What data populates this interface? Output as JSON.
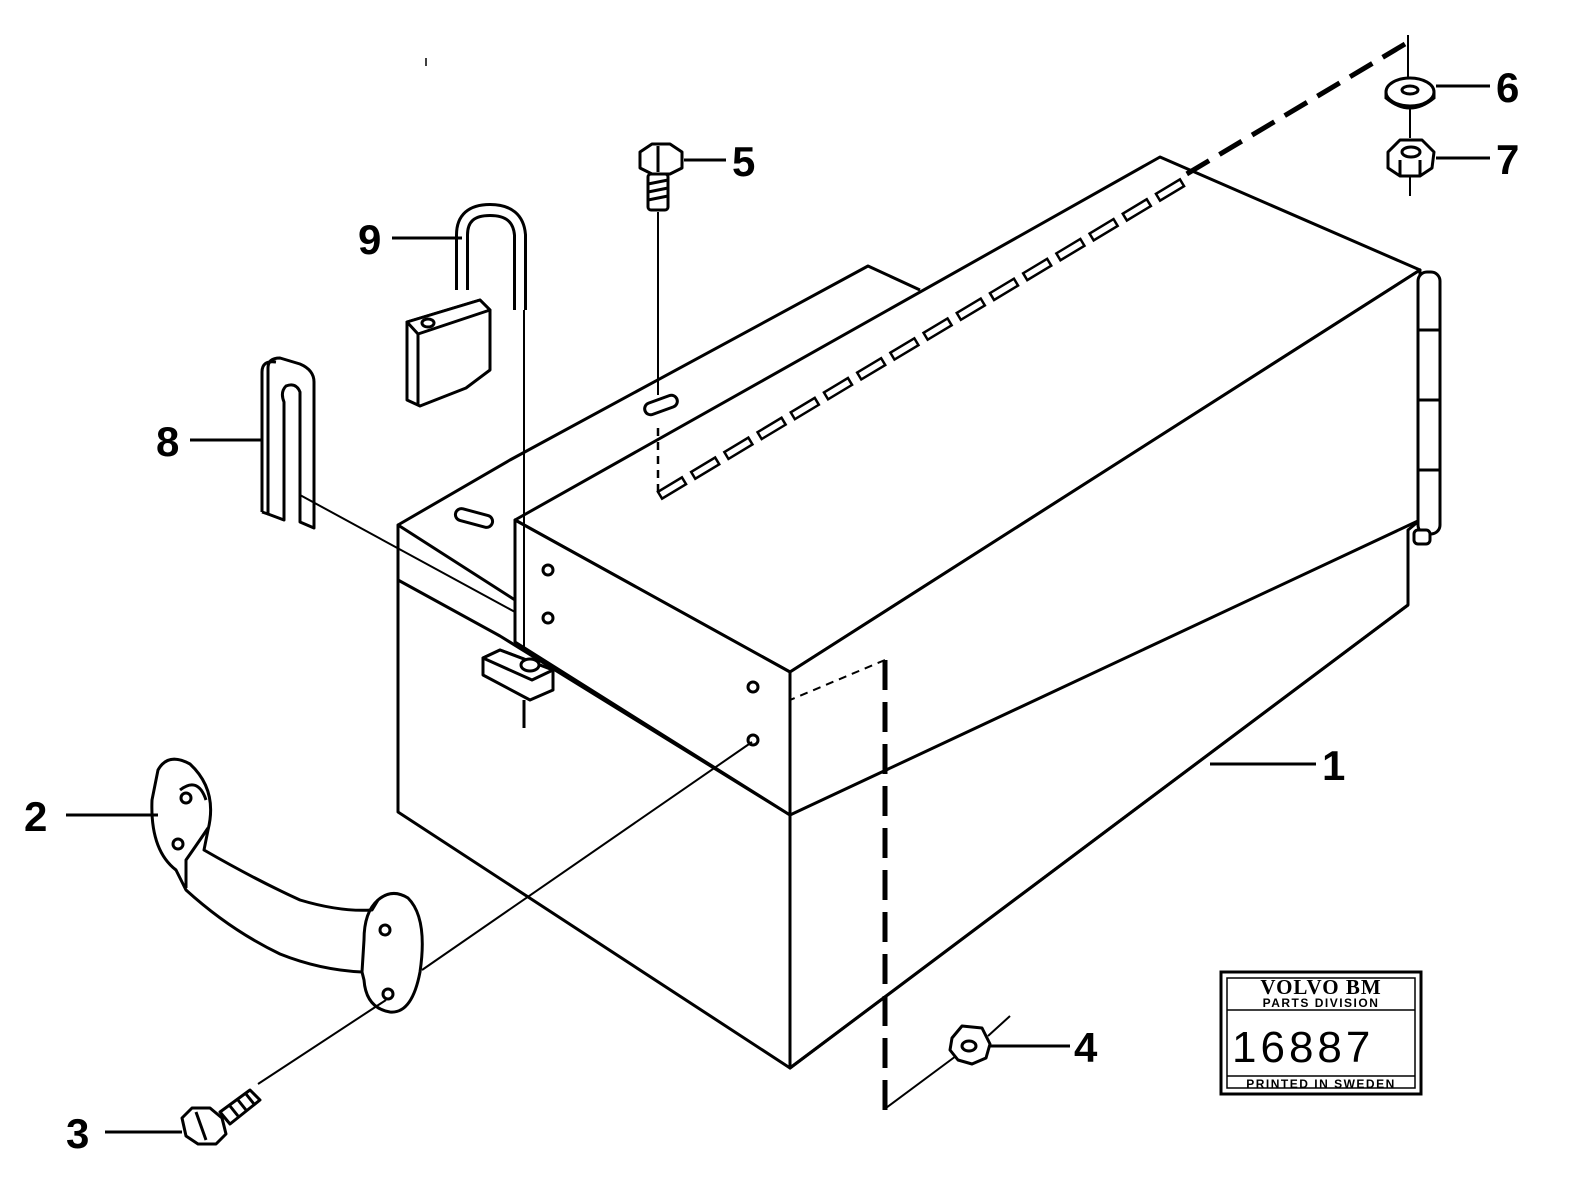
{
  "diagram": {
    "part_labels": {
      "p1": "1",
      "p2": "2",
      "p3": "3",
      "p4": "4",
      "p5": "5",
      "p6": "6",
      "p7": "7",
      "p8": "8",
      "p9": "9"
    },
    "stamp": {
      "brand": "VOLVO BM",
      "division": "PARTS DIVISION",
      "number": "16887",
      "footer": "PRINTED IN SWEDEN"
    },
    "ink_color": "#000000",
    "paper_color": "#ffffff"
  }
}
